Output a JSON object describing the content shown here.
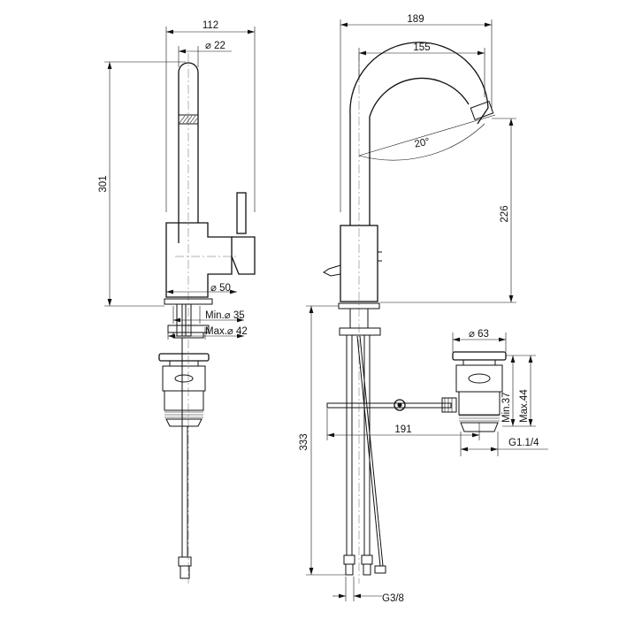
{
  "colors": {
    "line": "#111111",
    "background": "#ffffff"
  },
  "front_view": {
    "width_label": "112",
    "spout_diameter_label": "⌀ 22",
    "height_label": "301",
    "body_diameter_label": "⌀ 50",
    "hole_min_label": "Min.⌀ 35",
    "hole_max_label": "Max.⌀ 42"
  },
  "side_view": {
    "reach_label": "189",
    "spout_reach_label": "155",
    "angle_label": "20°",
    "spout_height_label": "226"
  },
  "installation": {
    "hose_length_label": "333",
    "rod_length_label": "191",
    "connection_label": "G3/8"
  },
  "waste": {
    "diameter_label": "⌀ 63",
    "min_label": "Min.37",
    "max_label": "Max.44",
    "thread_label": "G1.1/4"
  }
}
